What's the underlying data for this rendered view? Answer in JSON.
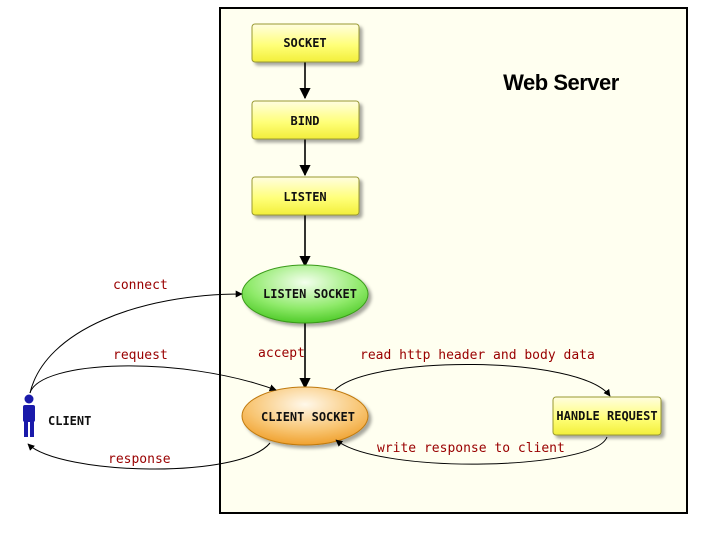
{
  "server": {
    "title": "Web Server"
  },
  "nodes": {
    "socket": "SOCKET",
    "bind": "BIND",
    "listen": "LISTEN",
    "listen_socket": "LISTEN SOCKET",
    "client_socket": "CLIENT SOCKET",
    "handle_request": "HANDLE REQUEST",
    "client": "CLIENT"
  },
  "edges": {
    "connect": "connect",
    "request": "request",
    "response": "response",
    "accept": "accept",
    "read": "read http header and body data",
    "write": "write response to client"
  },
  "colors": {
    "server_bg": "#fffff0",
    "box_fill": "#ffff66",
    "listen_ellipse": "#66dd44",
    "client_ellipse": "#f5a623",
    "label_red": "#990000",
    "person": "#1a1aaa"
  }
}
